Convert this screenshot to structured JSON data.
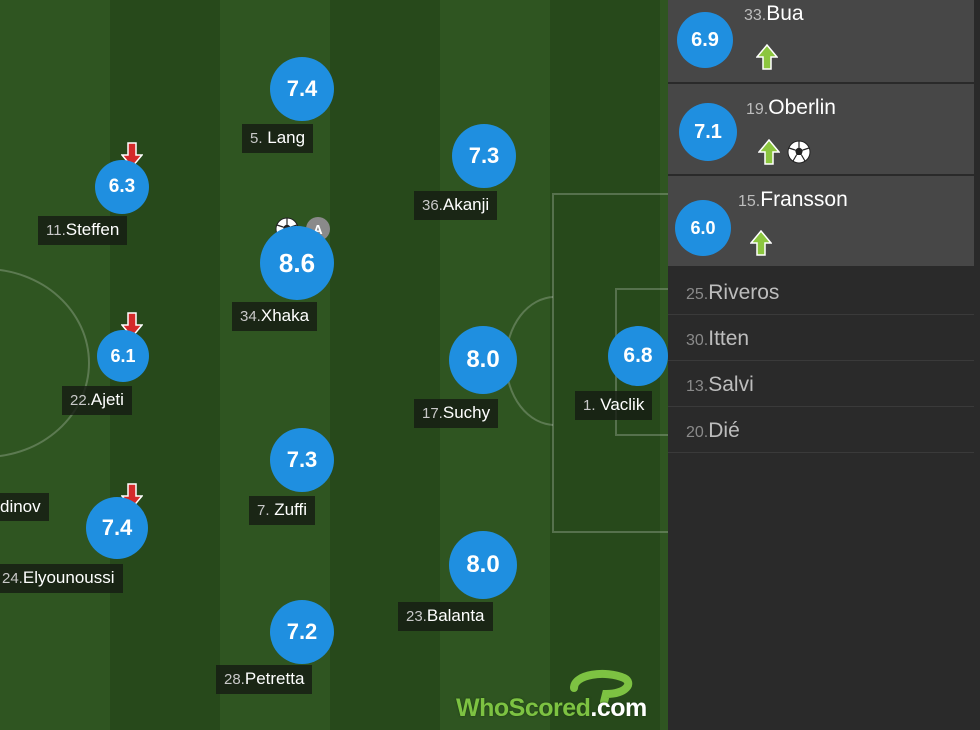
{
  "pitch": {
    "players": [
      {
        "id": "lang",
        "number": "5.",
        "name": "Lang",
        "rating": "7.4"
      },
      {
        "id": "steffen",
        "number": "11.",
        "name": "Steffen",
        "rating": "6.3"
      },
      {
        "id": "akanji",
        "number": "36.",
        "name": "Akanji",
        "rating": "7.3"
      },
      {
        "id": "xhaka",
        "number": "34.",
        "name": "Xhaka",
        "rating": "8.6"
      },
      {
        "id": "ajeti",
        "number": "22.",
        "name": "Ajeti",
        "rating": "6.1"
      },
      {
        "id": "suchy",
        "number": "17.",
        "name": "Suchy",
        "rating": "8.0"
      },
      {
        "id": "vaclik",
        "number": "1.",
        "name": "Vaclik",
        "rating": "6.8"
      },
      {
        "id": "zakaria",
        "number": "",
        "name": "dinov",
        "rating": ""
      },
      {
        "id": "elyounoussi",
        "number": "24.",
        "name": "Elyounoussi",
        "rating": "7.4"
      },
      {
        "id": "zuffi",
        "number": "7.",
        "name": "Zuffi",
        "rating": "7.3"
      },
      {
        "id": "balanta",
        "number": "23.",
        "name": "Balanta",
        "rating": "8.0"
      },
      {
        "id": "petretta",
        "number": "28.",
        "name": "Petretta",
        "rating": "7.2"
      }
    ],
    "captain_badge": "A"
  },
  "subs": [
    {
      "number": "33.",
      "name": "Bua",
      "rating": "6.9"
    },
    {
      "number": "19.",
      "name": "Oberlin",
      "rating": "7.1"
    },
    {
      "number": "15.",
      "name": "Fransson",
      "rating": "6.0"
    }
  ],
  "bench": [
    {
      "number": "25.",
      "name": "Riveros"
    },
    {
      "number": "30.",
      "name": "Itten"
    },
    {
      "number": "13.",
      "name": "Salvi"
    },
    {
      "number": "20.",
      "name": "Dié"
    }
  ],
  "logo": {
    "part1": "WhoScored",
    "part2": ".com"
  },
  "colors": {
    "rating_blue": "#1f8fe0",
    "sub_off_red": "#d42a2a",
    "sub_on_green": "#8cc63f",
    "pitch_light": "#2f5521",
    "pitch_dark": "#27491b"
  },
  "icons": [
    "sub-off-arrow-icon",
    "sub-on-arrow-icon",
    "football-goal-icon",
    "captain-icon"
  ]
}
